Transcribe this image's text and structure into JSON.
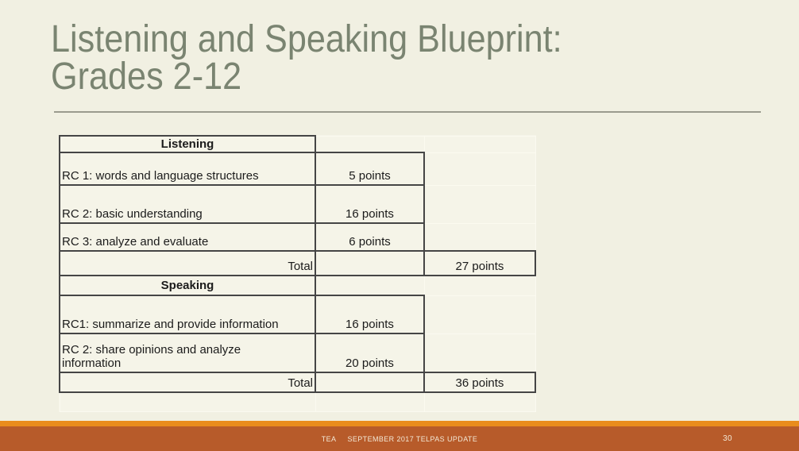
{
  "slide": {
    "title_line1": "Listening and Speaking Blueprint:",
    "title_line2": "Grades 2-12"
  },
  "table": {
    "rows": [
      {
        "kind": "section",
        "label": "Listening"
      },
      {
        "kind": "item",
        "label": "RC 1: words and language structures",
        "points": "5 points"
      },
      {
        "kind": "item",
        "label": "RC 2: basic understanding",
        "points": "16 points"
      },
      {
        "kind": "item",
        "label": "RC 3: analyze and evaluate",
        "points": "6 points"
      },
      {
        "kind": "total",
        "label": "Total",
        "total": "27 points"
      },
      {
        "kind": "section",
        "label": "Speaking"
      },
      {
        "kind": "item",
        "label": "RC1: summarize and provide information",
        "points": "16 points"
      },
      {
        "kind": "item",
        "label": "RC 2: share opinions and analyze information",
        "points": "20 points"
      },
      {
        "kind": "total",
        "label": "Total",
        "total": "36 points"
      },
      {
        "kind": "empty"
      }
    ]
  },
  "footer": {
    "agency": "TEA",
    "label": "SEPTEMBER 2017 TELPAS UPDATE",
    "page_number": "30"
  },
  "colors": {
    "slide_bg": "#f1f0e2",
    "table_bg": "#f5f4e8",
    "title": "#7a8471",
    "divider": "#9b9b8e",
    "border_dark": "#454545",
    "footer_strip": "#e98c1d",
    "footer_band": "#b75b2a",
    "footer_text": "#f3e8d5"
  }
}
